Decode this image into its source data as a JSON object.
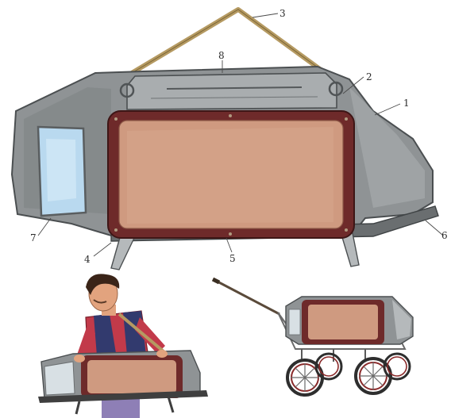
{
  "figure": {
    "callouts": [
      {
        "id": "strap",
        "label": "3"
      },
      {
        "id": "lid",
        "label": "8"
      },
      {
        "id": "hood",
        "label": "2"
      },
      {
        "id": "body",
        "label": "1"
      },
      {
        "id": "base",
        "label": "6"
      },
      {
        "id": "bottom",
        "label": "5"
      },
      {
        "id": "leg",
        "label": "4"
      },
      {
        "id": "window",
        "label": "7"
      }
    ],
    "colors": {
      "shell": "#8f9395",
      "shell_dark": "#5d6163",
      "panel": "#cf9a80",
      "frame": "#6e2a2a",
      "glass": "#b9d9ef",
      "strap": "#b59a62",
      "skin": "#e2a37e",
      "shirt": "#c23a4a",
      "vest": "#323a6e",
      "hair": "#3a2418"
    }
  }
}
